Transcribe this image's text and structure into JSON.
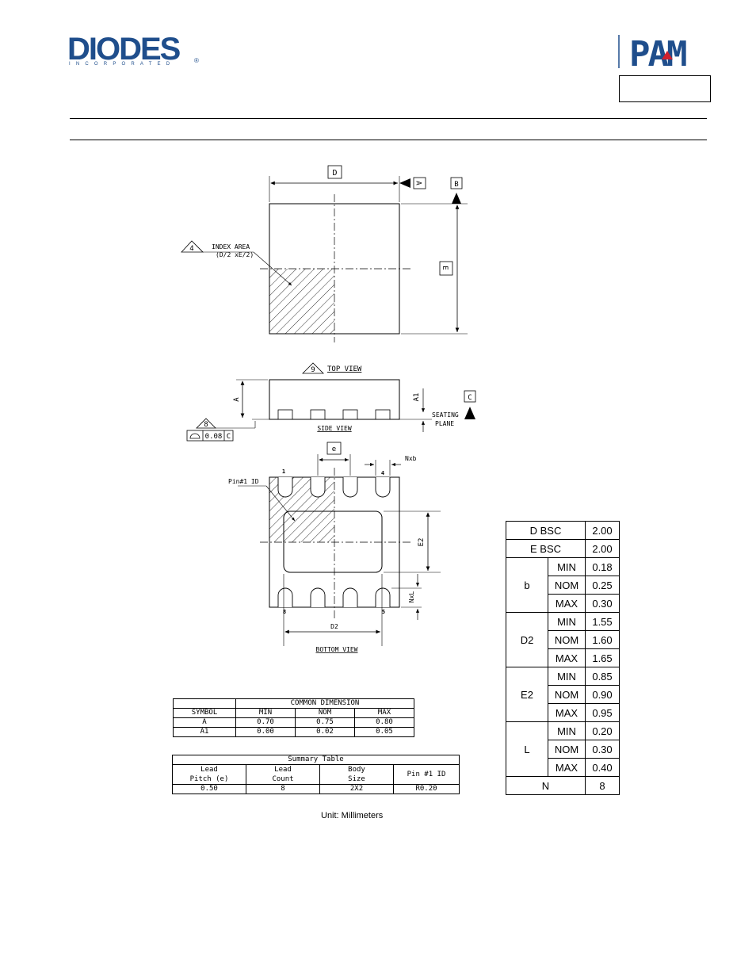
{
  "header": {
    "left_logo": {
      "word": "DIODES",
      "sub": "INCORPORATED",
      "reg": "®",
      "color": "#1f4e8c"
    },
    "right_logo": {
      "word": "PAM",
      "color": "#1f4e8c",
      "accent": "#d0202e"
    }
  },
  "drawing": {
    "top_view": {
      "dim_d": "D",
      "datum_a": "A",
      "datum_b": "B",
      "dim_e": "E",
      "index_note_num": "4",
      "index_line1": "INDEX AREA",
      "index_line2": "(D/2 xE/2)",
      "title_num": "9",
      "title": "TOP VIEW"
    },
    "side_view": {
      "dim_a": "A",
      "dim_a1": "A1",
      "datum_c": "C",
      "seating1": "SEATING",
      "seating2": "PLANE",
      "note_num": "8",
      "tol_value": "0.08",
      "tol_datum": "C",
      "title": "SIDE VIEW"
    },
    "bottom_view": {
      "dim_e": "e",
      "dim_nxb": "Nxb",
      "pin1": "Pin#1 ID",
      "pin_1": "1",
      "pin_4": "4",
      "pin_8": "8",
      "pin_5": "5",
      "dim_e2": "E2",
      "dim_nxl": "NxL",
      "dim_d2": "D2",
      "title": "BOTTOM VIEW"
    }
  },
  "common_dimension": {
    "title": "COMMON DIMENSION",
    "headers": [
      "SYMBOL",
      "MIN",
      "NOM",
      "MAX"
    ],
    "rows": [
      [
        "A",
        "0.70",
        "0.75",
        "0.80"
      ],
      [
        "A1",
        "0.00",
        "0.02",
        "0.05"
      ]
    ]
  },
  "summary_table": {
    "title": "Summary Table",
    "headers": [
      [
        "Lead",
        "Pitch (e)"
      ],
      [
        "Lead",
        "Count"
      ],
      [
        "Body",
        "Size"
      ],
      [
        "Pin #1 ID"
      ]
    ],
    "values": [
      "0.50",
      "8",
      "2X2",
      "R0.20"
    ]
  },
  "unit_note": "Unit: Millimeters",
  "dimension_table": {
    "top_rows": [
      {
        "label": "D BSC",
        "value": "2.00"
      },
      {
        "label": "E BSC",
        "value": "2.00"
      }
    ],
    "groups": [
      {
        "symbol": "b",
        "rows": [
          {
            "k": "MIN",
            "v": "0.18"
          },
          {
            "k": "NOM",
            "v": "0.25"
          },
          {
            "k": "MAX",
            "v": "0.30"
          }
        ]
      },
      {
        "symbol": "D2",
        "rows": [
          {
            "k": "MIN",
            "v": "1.55"
          },
          {
            "k": "NOM",
            "v": "1.60"
          },
          {
            "k": "MAX",
            "v": "1.65"
          }
        ]
      },
      {
        "symbol": "E2",
        "rows": [
          {
            "k": "MIN",
            "v": "0.85"
          },
          {
            "k": "NOM",
            "v": "0.90"
          },
          {
            "k": "MAX",
            "v": "0.95"
          }
        ]
      },
      {
        "symbol": "L",
        "rows": [
          {
            "k": "MIN",
            "v": "0.20"
          },
          {
            "k": "NOM",
            "v": "0.30"
          },
          {
            "k": "MAX",
            "v": "0.40"
          }
        ]
      }
    ],
    "bottom_row": {
      "label": "N",
      "value": "8"
    }
  }
}
